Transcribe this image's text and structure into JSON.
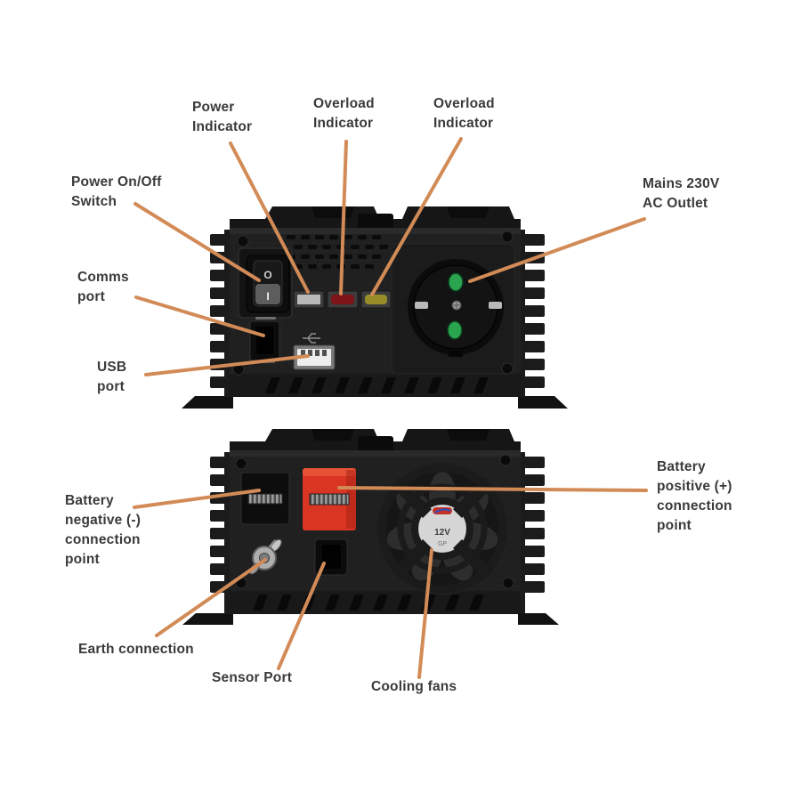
{
  "page": {
    "background": "#ffffff",
    "description": "Annotated diagram of power inverter front and rear panels"
  },
  "colors": {
    "label_text": "#3a3a3a",
    "leader_line": "#d28b57",
    "device_body": "#202020",
    "terminal_positive": "#d93522",
    "terminal_negative": "#0d0d0d",
    "led_power": "#b9b9b9",
    "led_overload_red": "#7d1418",
    "led_overload_yellow": "#968c28",
    "outlet_pin_green": "#2aa44f"
  },
  "front_view": {
    "labels": {
      "power_switch": "Power On/Off\nSwitch",
      "power_indicator": "Power\nIndicator",
      "overload_indicator_1": "Overload\nIndicator",
      "overload_indicator_2": "Overload\nIndicator",
      "mains_outlet": "Mains 230V\nAC Outlet",
      "comms_port": "Comms\nport",
      "usb_port": "USB\nport"
    },
    "markings": {
      "switch_off": "O",
      "switch_on": "I"
    }
  },
  "rear_view": {
    "labels": {
      "battery_negative": "Battery\nnegative (-)\nconnection\npoint",
      "battery_positive": "Battery\npositive (+)\nconnection\npoint",
      "earth_connection": "Earth connection",
      "sensor_port": "Sensor Port",
      "cooling_fans": "Cooling fans"
    },
    "markings": {
      "fan_voltage": "12V",
      "fan_code": "GP"
    }
  }
}
